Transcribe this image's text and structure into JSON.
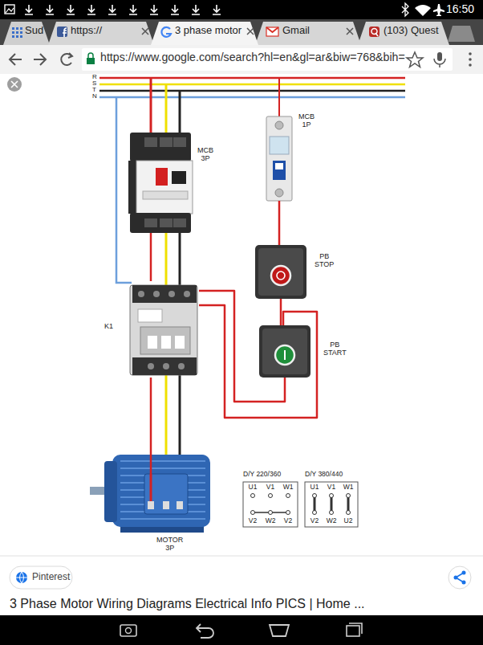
{
  "diagram": {
    "caption": "3 Phase Motor Wiring Diagrams Electrical Info PICS | Home ...",
    "nodes": [
      {
        "text": [
          "MCB 3P"
        ]
      },
      {
        "text": [
          "MCB 1P"
        ]
      },
      {
        "text": [
          "PB STOP"
        ]
      },
      {
        "text": [
          "K1"
        ]
      },
      {
        "text": [
          "PB START"
        ]
      },
      {
        "text": [
          "MOTOR 3P"
        ]
      },
      {
        "text": [
          "D/Y 220/360",
          "U1",
          "V1",
          "W1",
          "V2",
          "W2",
          "V2"
        ]
      },
      {
        "text": [
          "D/Y 380/440",
          "U1",
          "V1",
          "W1",
          "V2",
          "W2",
          "U2"
        ]
      }
    ],
    "edges": [
      {
        "from": 0,
        "to": 3,
        "arrow": "none"
      },
      {
        "from": 3,
        "to": 5,
        "arrow": "none"
      },
      {
        "from": 1,
        "to": 2,
        "arrow": "none"
      },
      {
        "from": 2,
        "to": 4,
        "arrow": "none"
      },
      {
        "from": 4,
        "to": 3,
        "arrow": "none"
      },
      {
        "from": 3,
        "to": 4,
        "arrow": "none"
      }
    ],
    "labels": [
      "16:50",
      "Sud",
      "https://",
      "3 phase motor",
      "Gmail",
      "(103) Quest",
      "https://www.google.com/search?hl=en&gl=ar&biw=768&bih=",
      "R",
      "S",
      "T",
      "N",
      "Pinterest"
    ]
  }
}
